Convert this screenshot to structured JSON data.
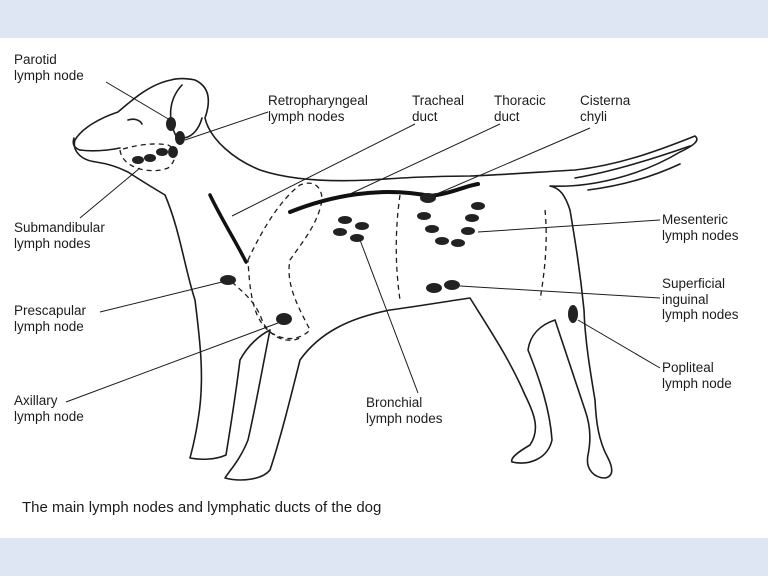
{
  "labels": {
    "parotid": [
      "Parotid",
      "lymph node"
    ],
    "retropharyngeal": [
      "Retropharyngeal",
      "lymph nodes"
    ],
    "tracheal": [
      "Tracheal",
      "duct"
    ],
    "thoracic": [
      "Thoracic",
      "duct"
    ],
    "cisterna": [
      "Cisterna",
      "chyli"
    ],
    "submandibular": [
      "Submandibular",
      "lymph nodes"
    ],
    "prescapular": [
      "Prescapular",
      "lymph node"
    ],
    "axillary": [
      "Axillary",
      "lymph node"
    ],
    "bronchial": [
      "Bronchial",
      "lymph nodes"
    ],
    "mesenteric": [
      "Mesenteric",
      "lymph nodes"
    ],
    "superficial_inguinal": [
      "Superficial",
      "inguinal",
      "lymph nodes"
    ],
    "popliteal": [
      "Popliteal",
      "lymph node"
    ]
  },
  "caption": "The main lymph nodes and lymphatic ducts of the dog",
  "colors": {
    "slide_band": "#dde6f2",
    "paper": "#ffffff",
    "ink": "#1c1c1c",
    "node": "#222222"
  }
}
